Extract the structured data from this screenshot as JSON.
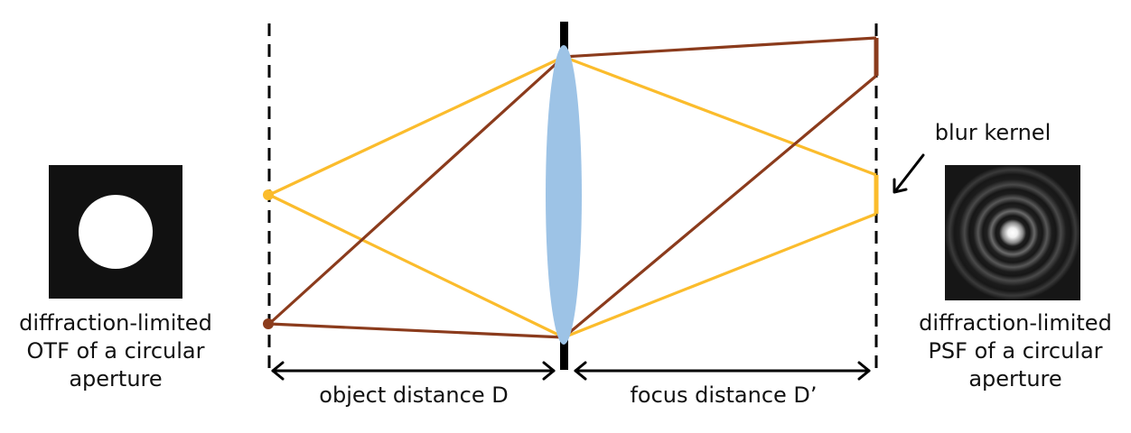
{
  "labels": {
    "otf_caption": [
      "diffraction-limited",
      "OTF of a circular",
      "aperture"
    ],
    "psf_caption": [
      "diffraction-limited",
      "PSF of a circular",
      "aperture"
    ],
    "object_distance": "object distance D",
    "focus_distance": "focus distance D’",
    "blur_kernel": "blur kernel"
  },
  "colors": {
    "yellow_ray": "#fbbc2c",
    "brown_ray": "#8b3b1c",
    "lens": "#9dc3e6",
    "black": "#000000",
    "otf_background": "#111111",
    "otf_disk": "#ffffff"
  },
  "icons": {
    "otf_image": "white-disk-on-black-square",
    "psf_image": "airy-pattern-rings",
    "arrows": "double-headed-arrow"
  }
}
